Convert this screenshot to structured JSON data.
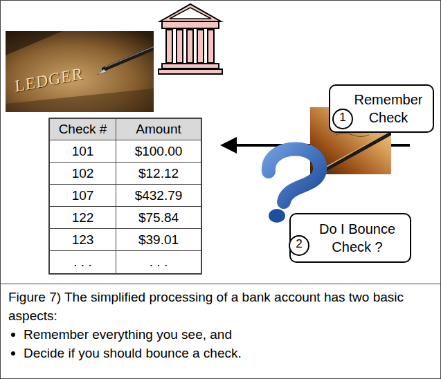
{
  "diagram": {
    "caption": "Figure 7) The simplified processing of a bank account has two basic aspects:",
    "nodes": [
      {
        "text": [
          "Remember Check"
        ]
      },
      {
        "text": [
          "1"
        ],
        "in": 0
      },
      {
        "text": [
          "Do I Bounce Check ?"
        ]
      },
      {
        "text": [
          "2"
        ],
        "in": 2
      }
    ],
    "labels": [
      "LEDGER",
      "Check #",
      "Amount",
      "101",
      "$100.00",
      "102",
      "$12.12",
      "107",
      "$432.79",
      "122",
      "$75.84",
      "123",
      "$39.01",
      ". . .",
      ". . .",
      "Remember everything you see, and",
      "Decide if you should bounce a check."
    ]
  }
}
